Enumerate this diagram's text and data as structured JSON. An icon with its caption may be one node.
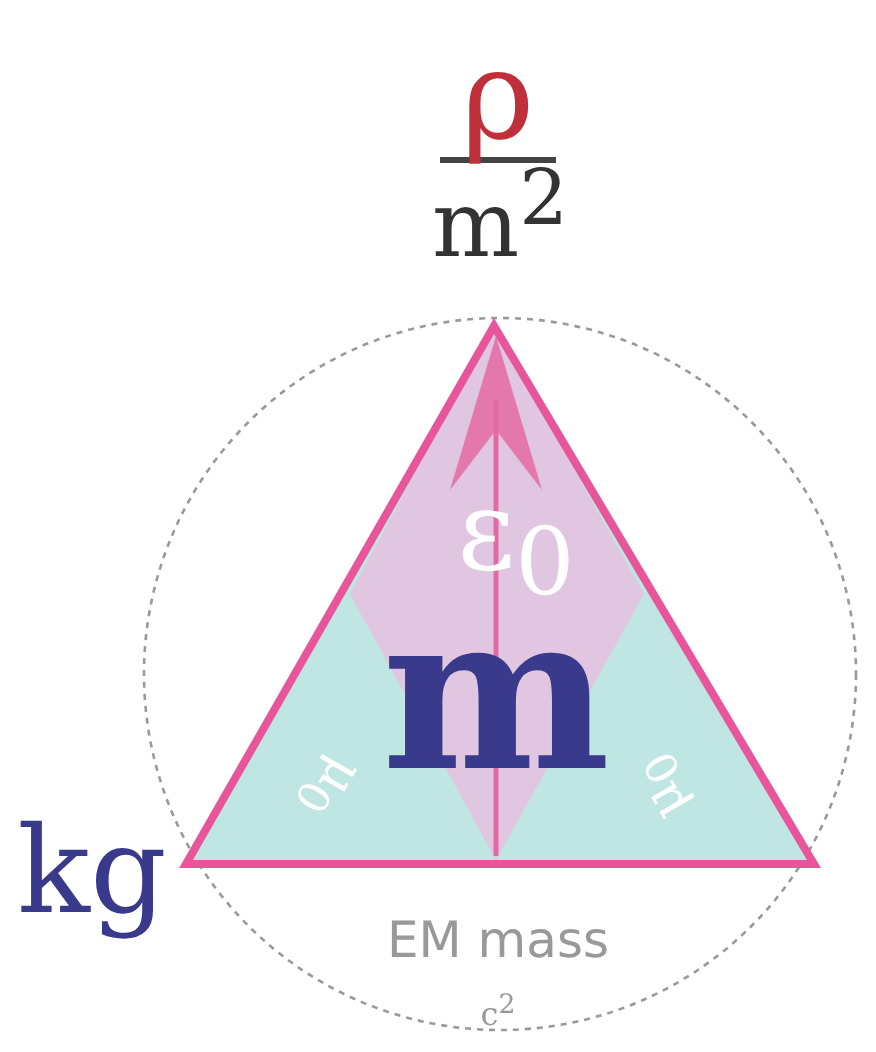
{
  "diagram": {
    "labels": [
      "ρ",
      "m$^{2}$",
      "ε$_{0}$",
      "m",
      "μ$_{0}$",
      "μ$_{0}$",
      "kg",
      "EM mass",
      "c$^{2}$"
    ]
  }
}
